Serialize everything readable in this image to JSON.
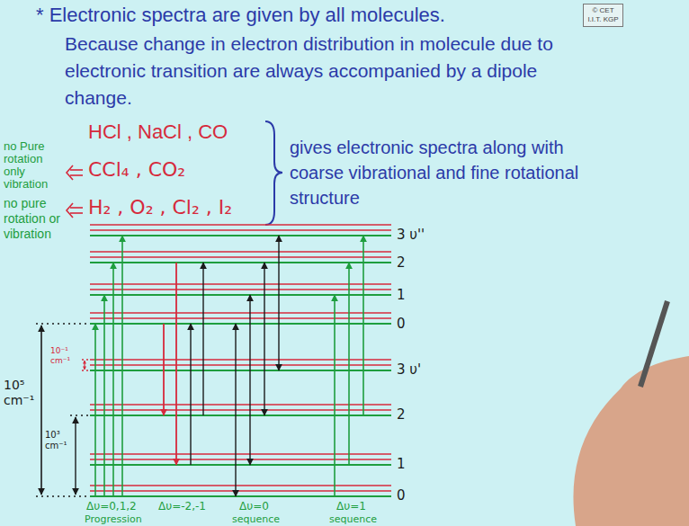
{
  "diagram": {
    "title": "* Electronic spectra are given by all molecules.",
    "nodes": [
      {
        "text": [
          "© CET",
          "I.I.T. KGP"
        ]
      }
    ],
    "labels": [
      "Because change in electron distribution in molecule due to electronic transition are always accompanied by a dipole change.",
      "no Pure rotation only vibration",
      "HCl , NaCl , CO",
      "CCl₄ , CO₂",
      "no pure rotation or vibration",
      "H₂ , O₂ , Cl₂ , I₂",
      "gives electronic spectra along with coarse vibrational and fine rotational structure",
      "3 υ''",
      "2",
      "1",
      "0",
      "3 υ'",
      "2",
      "1",
      "0",
      "10⁵ cm⁻¹",
      "10³ cm⁻¹",
      "10⁻¹ cm⁻¹",
      "Δυ=0,1,2",
      "Progression",
      "Δυ=-2,-1",
      "Δυ=0",
      "Δυ=1",
      "sequence",
      "sequence"
    ]
  }
}
